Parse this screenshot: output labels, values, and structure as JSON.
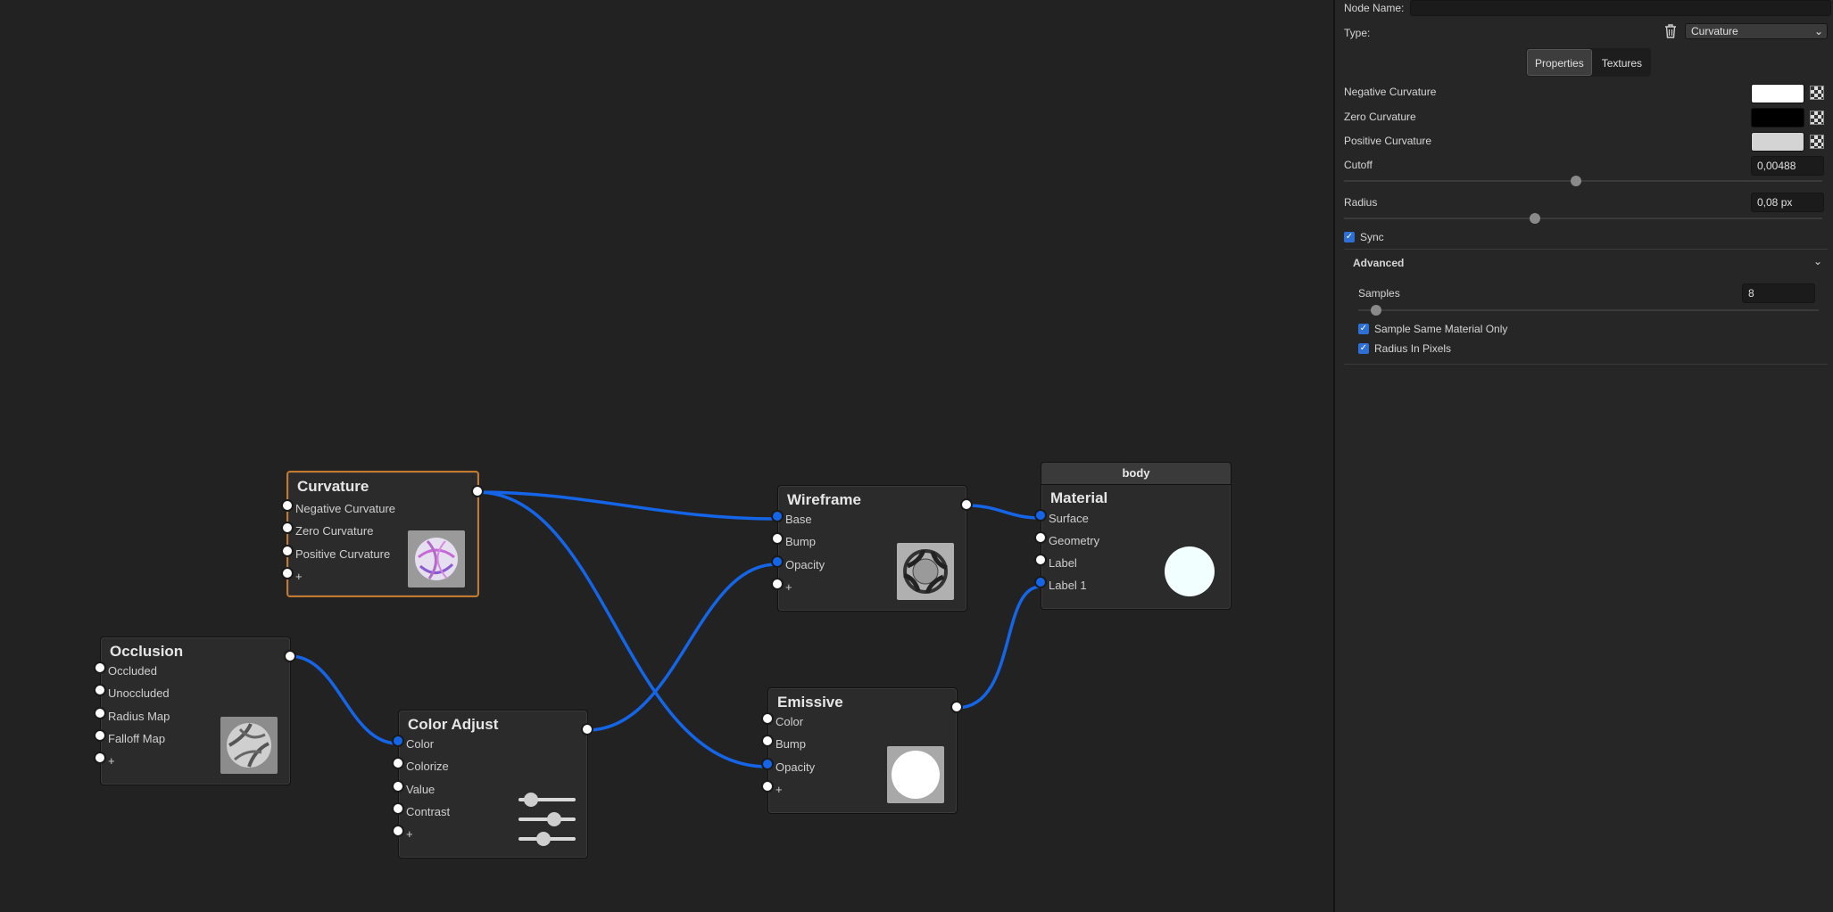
{
  "graph": {
    "nodes": {
      "curvature": {
        "title": "Curvature",
        "ports": [
          "Negative Curvature",
          "Zero Curvature",
          "Positive Curvature",
          "+"
        ]
      },
      "occlusion": {
        "title": "Occlusion",
        "ports": [
          "Occluded",
          "Unoccluded",
          "Radius Map",
          "Falloff Map",
          "+"
        ]
      },
      "color_adjust": {
        "title": "Color Adjust",
        "ports": [
          "Color",
          "Colorize",
          "Value",
          "Contrast",
          "+"
        ]
      },
      "wireframe": {
        "title": "Wireframe",
        "ports": [
          "Base",
          "Bump",
          "Opacity",
          "+"
        ]
      },
      "emissive": {
        "title": "Emissive",
        "ports": [
          "Color",
          "Bump",
          "Opacity",
          "+"
        ]
      },
      "material": {
        "header": "body",
        "title": "Material",
        "ports": [
          "Surface",
          "Geometry",
          "Label",
          "Label 1"
        ]
      }
    },
    "wire_color": "#1565e8",
    "selected_color": "#c47a2c"
  },
  "panel": {
    "node_name_label": "Node Name:",
    "node_name_value": "",
    "type_label": "Type:",
    "type_value": "Curvature",
    "tabs": [
      "Properties",
      "Textures"
    ],
    "active_tab": "Properties",
    "negative_curvature_label": "Negative Curvature",
    "negative_curvature_color": "#ffffff",
    "zero_curvature_label": "Zero Curvature",
    "zero_curvature_color": "#000000",
    "positive_curvature_label": "Positive Curvature",
    "positive_curvature_color": "#d4d4d4",
    "cutoff_label": "Cutoff",
    "cutoff_value": "0,00488",
    "radius_label": "Radius",
    "radius_value": "0,08 px",
    "sync_label": "Sync",
    "advanced_label": "Advanced",
    "samples_label": "Samples",
    "samples_value": "8",
    "sample_same_material_label": "Sample Same Material Only",
    "radius_in_pixels_label": "Radius In Pixels"
  }
}
